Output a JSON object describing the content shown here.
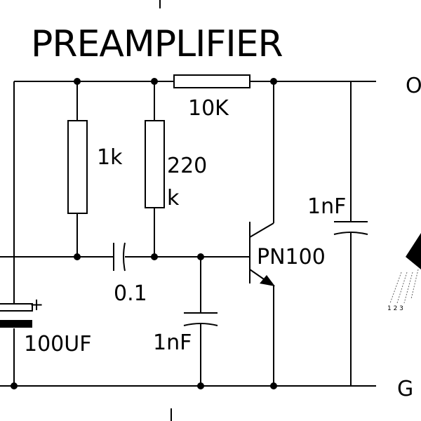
{
  "title": "PREAMPLIFIER",
  "components": {
    "r_top": "10K",
    "r_left": "1k",
    "r_mid_line1": "220",
    "r_mid_line2": "k",
    "cap_coupling": "0.1",
    "cap_base": "1nF",
    "cap_output": "1nF",
    "transistor": "PN100",
    "cap_electrolytic": "100UF",
    "polarity": "+"
  },
  "terminals": {
    "output": "O",
    "ground": "G"
  },
  "pinout": "1 2 3"
}
